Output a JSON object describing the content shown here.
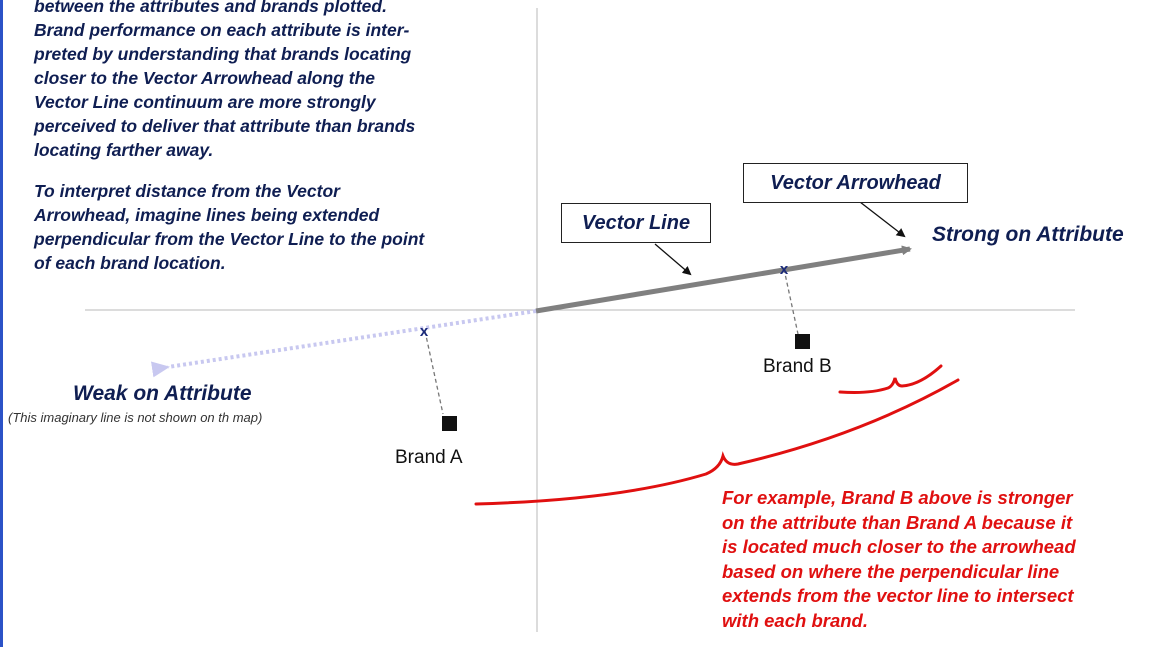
{
  "intro": {
    "paragraph1": "between the attributes and brands plotted.\nBrand performance on each attribute is inter-\npreted by understanding that brands locating\ncloser to the Vector Arrowhead along the\nVector Line continuum are more strongly\nperceived to deliver that attribute than brands\nlocating farther away.",
    "paragraph2": "To interpret distance from the Vector\nArrowhead, imagine lines being extended\nperpendicular from the Vector Line to the point\nof each brand location."
  },
  "callouts": {
    "vector_line": "Vector Line",
    "vector_arrowhead": "Vector Arrowhead"
  },
  "labels": {
    "strong": "Strong on Attribute",
    "weak": "Weak on Attribute",
    "imaginary_note": "(This imaginary line is not shown on th map)"
  },
  "brands": {
    "brand_a": "Brand A",
    "brand_b": "Brand B"
  },
  "example": "For example, Brand B above is stronger\non the attribute than Brand A because it\nis located much closer to the arrowhead\nbased on where the perpendicular line\nextends from the vector line to intersect\nwith each brand.",
  "colors": {
    "text_navy": "#0f1e52",
    "vector_gray": "#808080",
    "imaginary_line": "#c8c8f0",
    "highlight_red": "#e01010",
    "edge_blue": "#2b52c7"
  }
}
